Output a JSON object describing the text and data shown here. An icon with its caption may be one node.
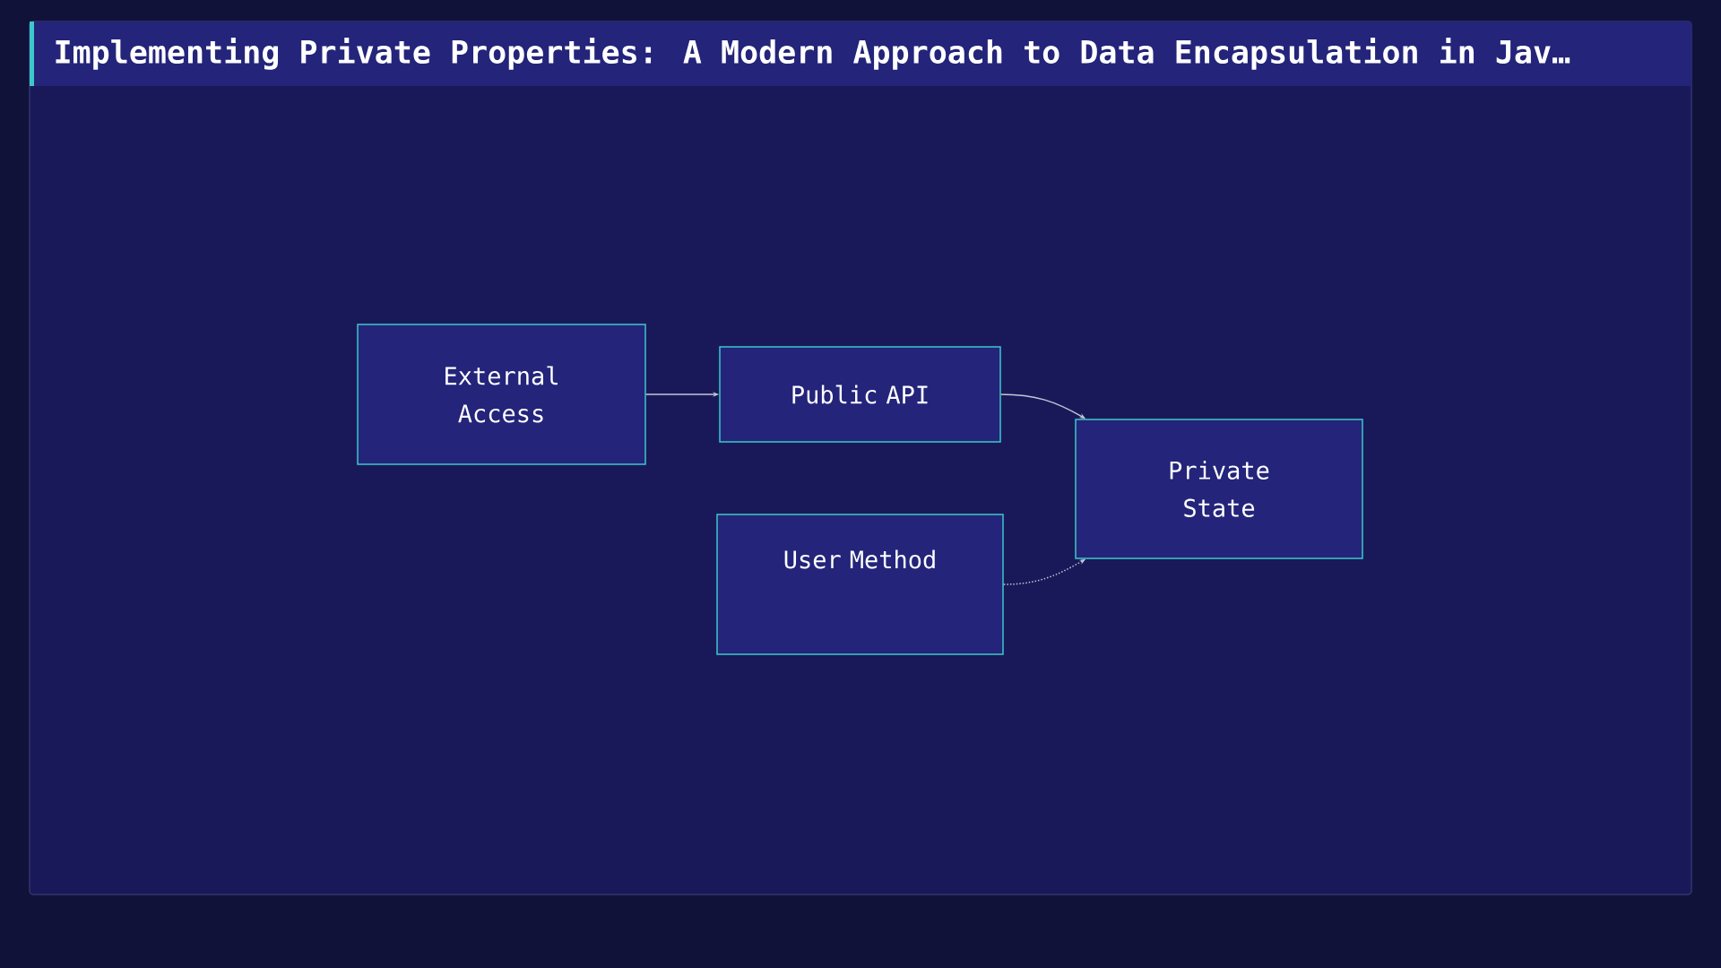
{
  "diagram": {
    "title": "Implementing Private Properties: A Modern Approach to Data Encapsulation in Jav…",
    "nodes": [
      {
        "text": [
          "External Access"
        ]
      },
      {
        "text": [
          "Public API"
        ]
      },
      {
        "text": [
          "Private State"
        ]
      },
      {
        "text": [
          "User Method"
        ]
      }
    ],
    "edges": [
      {
        "from": 0,
        "to": 1,
        "arrow": "to"
      },
      {
        "from": 1,
        "to": 2,
        "arrow": "to"
      },
      {
        "from": 3,
        "to": 2,
        "arrow": "to",
        "style": "dashed"
      }
    ]
  }
}
